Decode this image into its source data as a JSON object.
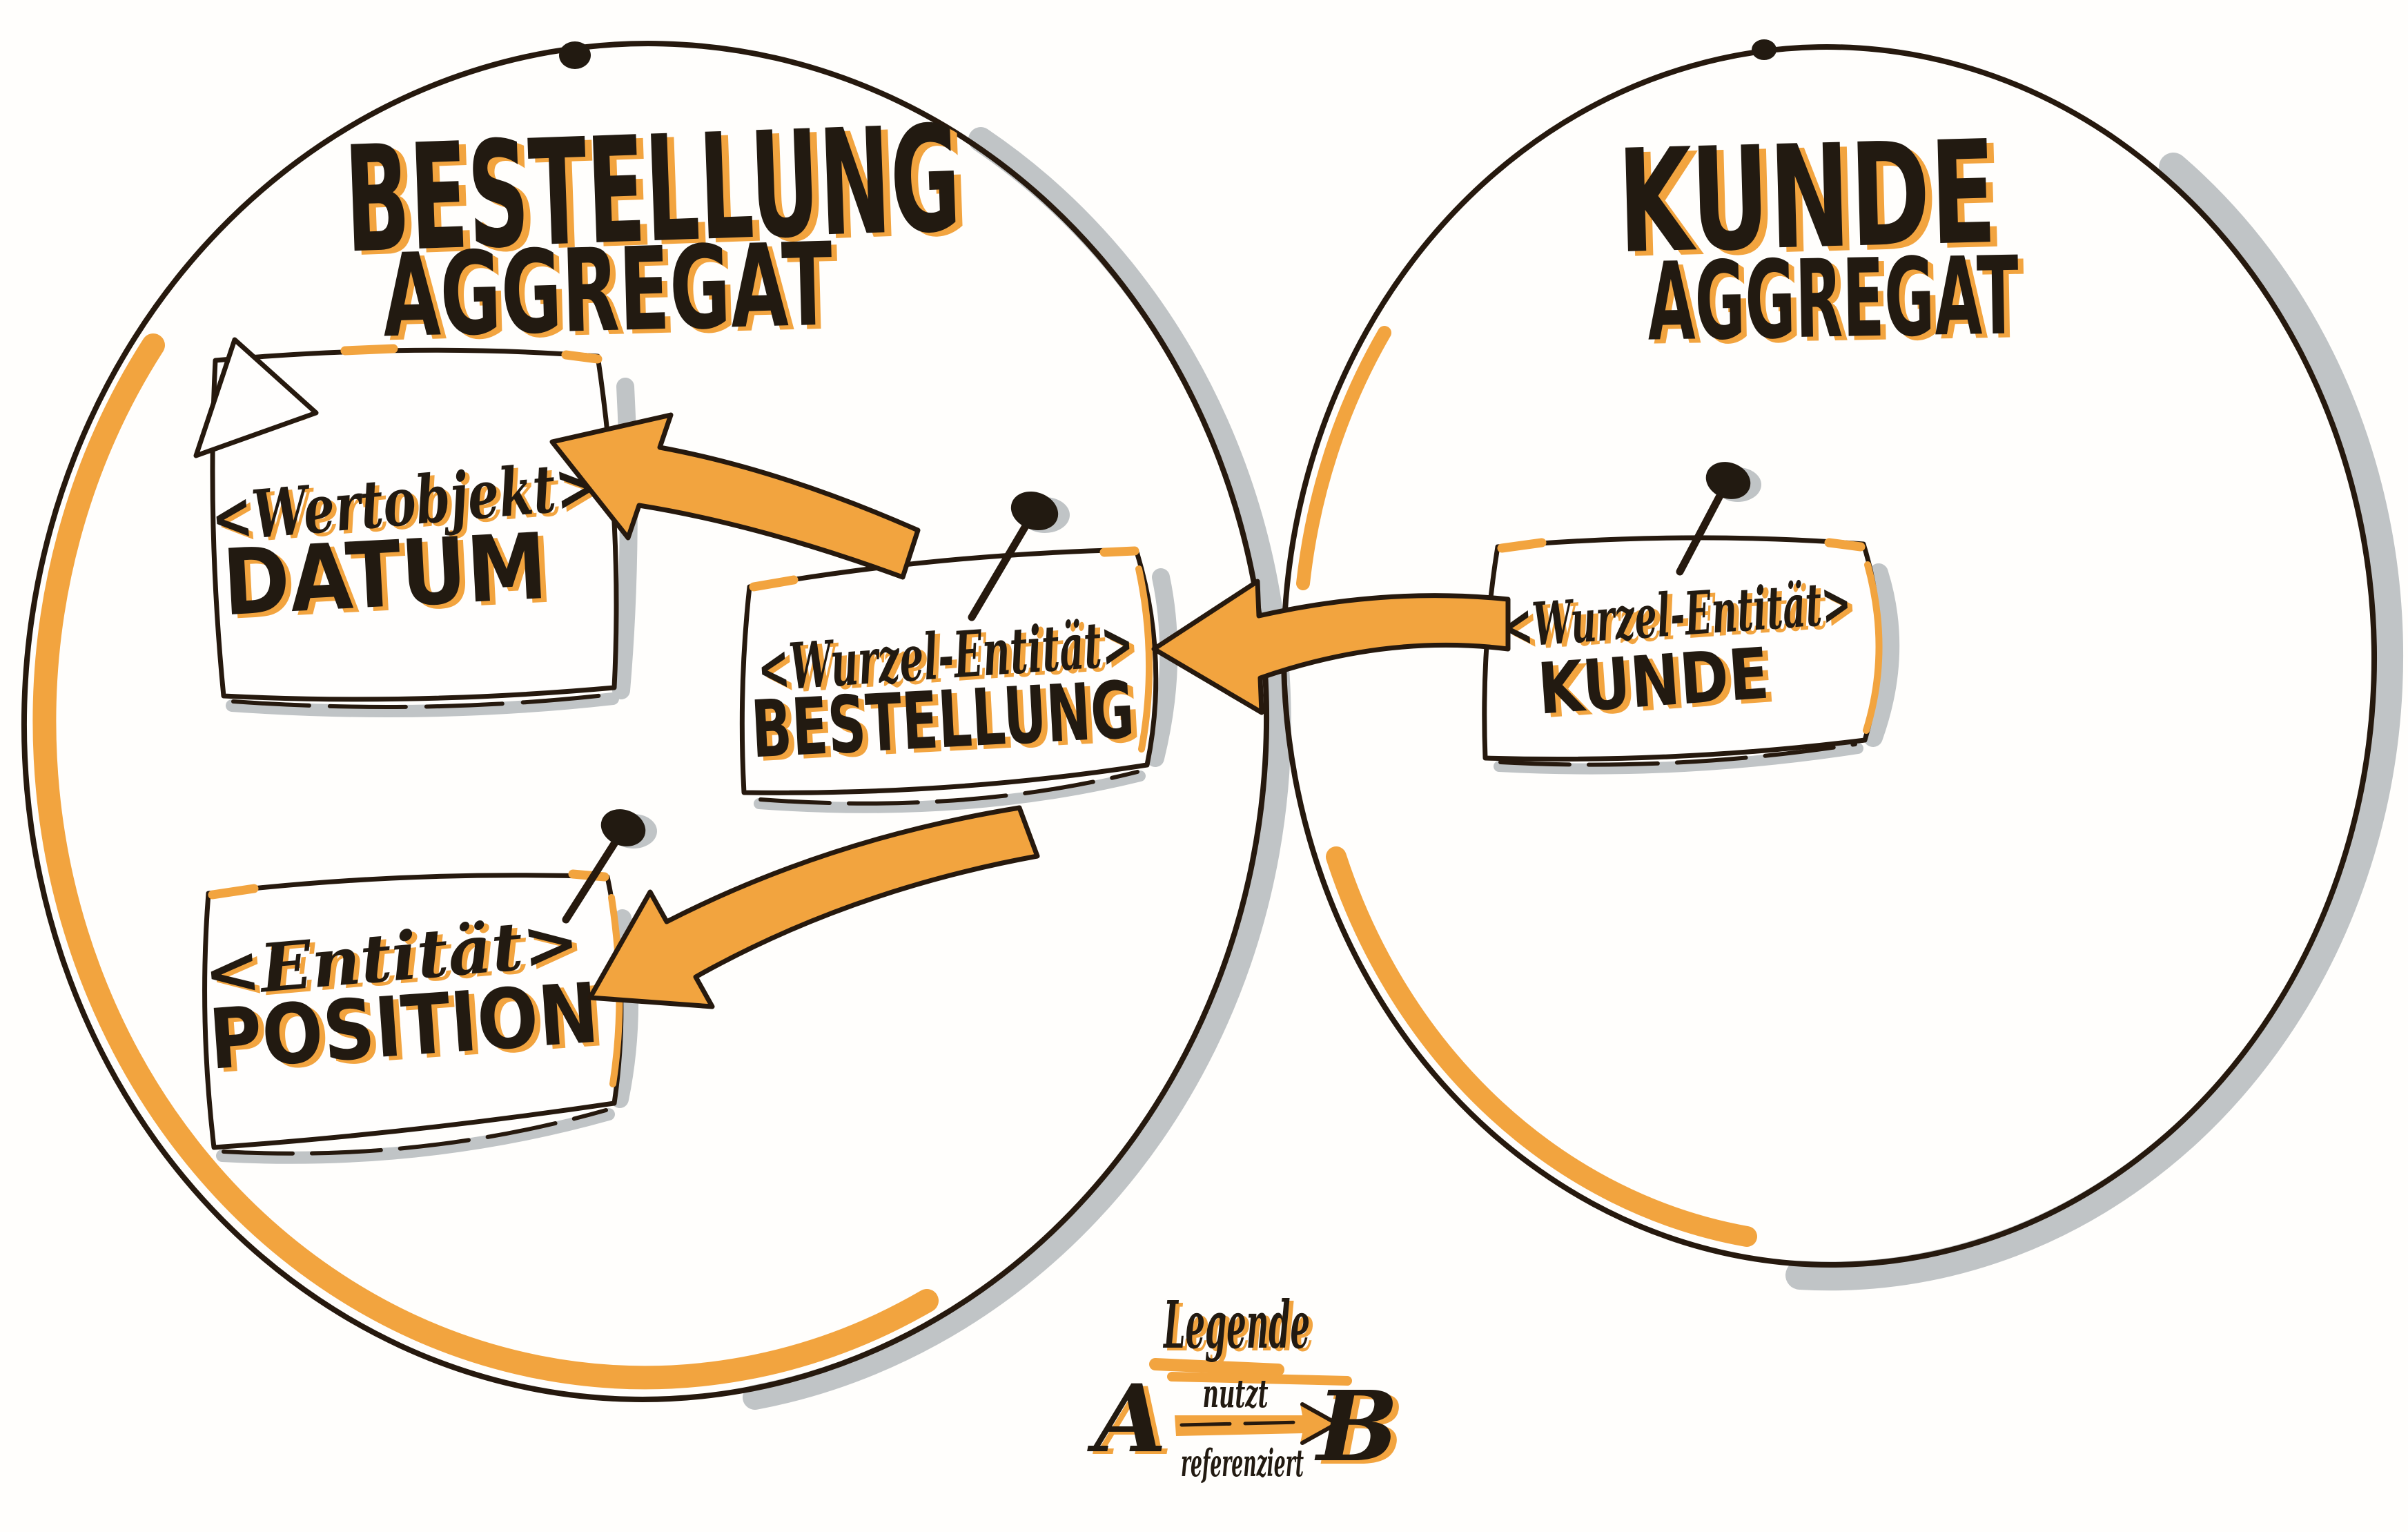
{
  "diagram": {
    "left": {
      "title": "BESTELLUNG",
      "subtitle": "AGGREGAT"
    },
    "right": {
      "title": "KUNDE",
      "subtitle": "AGGREGAT"
    },
    "cards": {
      "datum": {
        "stereotype": "<Wertobjekt>",
        "name": "DATUM"
      },
      "bestellung": {
        "stereotype": "<Wurzel-Entität>",
        "name": "BESTELLUNG"
      },
      "position": {
        "stereotype": "<Entität>",
        "name": "POSITION"
      },
      "kunde": {
        "stereotype": "<Wurzel-Entität>",
        "name": "KUNDE"
      }
    },
    "legend": {
      "title": "Legende",
      "from_label": "A",
      "to_label": "B",
      "arrow_label_top": "nutzt",
      "arrow_label_bottom": "referenziert"
    },
    "colors": {
      "accent_orange": "#f2a43f",
      "ink_black": "#26190e",
      "shadow_gray": "#c0c4c6",
      "background": "#fffefc"
    }
  }
}
